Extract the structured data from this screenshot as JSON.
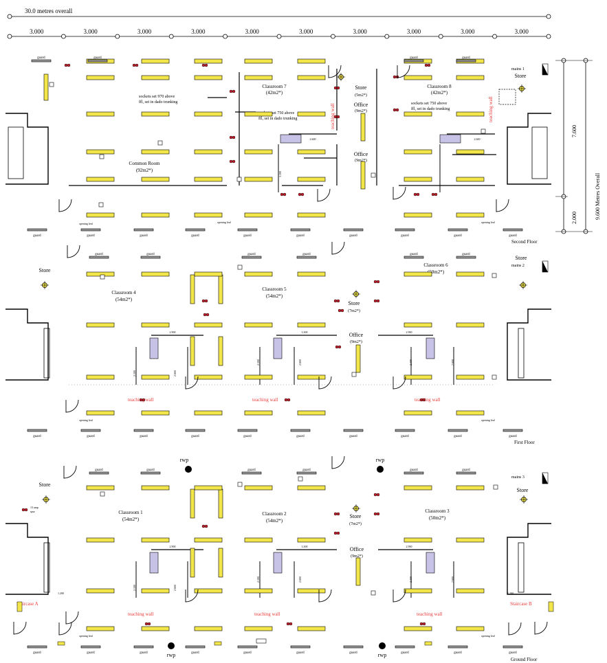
{
  "drawing": {
    "overall_width": "30.0 metres overall",
    "bay_dimension": "3.000",
    "bay_count": 10,
    "overall_depth": "9.600 Metres Overall",
    "depth_main": "7.600",
    "depth_corridor": "2.000"
  },
  "floors": [
    {
      "name": "Second Floor",
      "mains": "mains 1",
      "rooms": [
        {
          "name": "Classroom 7",
          "area": "(42m2*)"
        },
        {
          "name": "Classroom 8",
          "area": "(42m2*)"
        },
        {
          "name": "Common Room",
          "area": "(92m2*)"
        },
        {
          "name": "Store",
          "area": "(5m2*)"
        },
        {
          "name": "Office",
          "area": "(9m2*)"
        },
        {
          "name": "Office",
          "area": "(9m2*)"
        },
        {
          "name": "Store",
          "area": ""
        }
      ],
      "notes": [
        "sockets set 970 above",
        "ffl, set in dado trunking",
        "sockets set 750 above",
        "ffl, set in dado trunking",
        "sockets set 750 above",
        "ffl, set in dado trunking"
      ],
      "dims": [
        "2.600",
        "2.300",
        "3.100",
        "2.600",
        "2.300"
      ],
      "teaching_wall": "teaching wall",
      "opening_leaf": "opening leaf",
      "guard": "guard"
    },
    {
      "name": "First Floor",
      "mains": "mains 2",
      "rooms": [
        {
          "name": "Classroom 4",
          "area": "(54m2*)"
        },
        {
          "name": "Classroom 5",
          "area": "(54m2*)"
        },
        {
          "name": "Classroom 6",
          "area": "(50m2*)"
        },
        {
          "name": "Store",
          "area": "(7m2*)"
        },
        {
          "name": "Office",
          "area": "(9m2*)"
        },
        {
          "name": "Store",
          "area": ""
        },
        {
          "name": "Store",
          "area": ""
        }
      ],
      "dims": [
        "2.900",
        "3.300",
        "2.900",
        "2.100",
        "2.600",
        "2.100",
        "2.600",
        "2.100",
        "2.600"
      ],
      "teaching_wall": "teaching wall"
    },
    {
      "name": "Ground Floor",
      "mains": "mains 3",
      "rooms": [
        {
          "name": "Classroom 1",
          "area": "(54m2*)"
        },
        {
          "name": "Classroom 2",
          "area": "(54m2*)"
        },
        {
          "name": "Classroom 3",
          "area": "(50m2*)"
        },
        {
          "name": "Store",
          "area": "(7m2*)"
        },
        {
          "name": "Office",
          "area": "(9m2*)"
        },
        {
          "name": "Store",
          "area": ""
        },
        {
          "name": "Store",
          "area": ""
        }
      ],
      "dims": [
        "2.900",
        "3.300",
        "2.900",
        "2.100",
        "2.600",
        "2.100",
        "2.600",
        "2.100",
        "2.600",
        "1.200",
        "1.200"
      ],
      "teaching_wall": "teaching wall",
      "staircase_a": "Staircase A",
      "staircase_b": "Staircase B",
      "rwp": "rwp",
      "spur": "13 amp",
      "spur2": "spur"
    }
  ],
  "colors": {
    "line": "#000000",
    "radiator": "#f2e64a",
    "desk": "#c7c3e6",
    "annotation_red": "#e83a3a",
    "light_fitting": "#f2e64a",
    "socket": "#c0202a"
  },
  "icons": [
    "staircase-icon",
    "door-swing-icon",
    "radiator-icon",
    "light-fitting-icon",
    "socket-icon",
    "rwp-icon",
    "mains-panel-icon",
    "guard-rail-icon",
    "switch-icon"
  ]
}
